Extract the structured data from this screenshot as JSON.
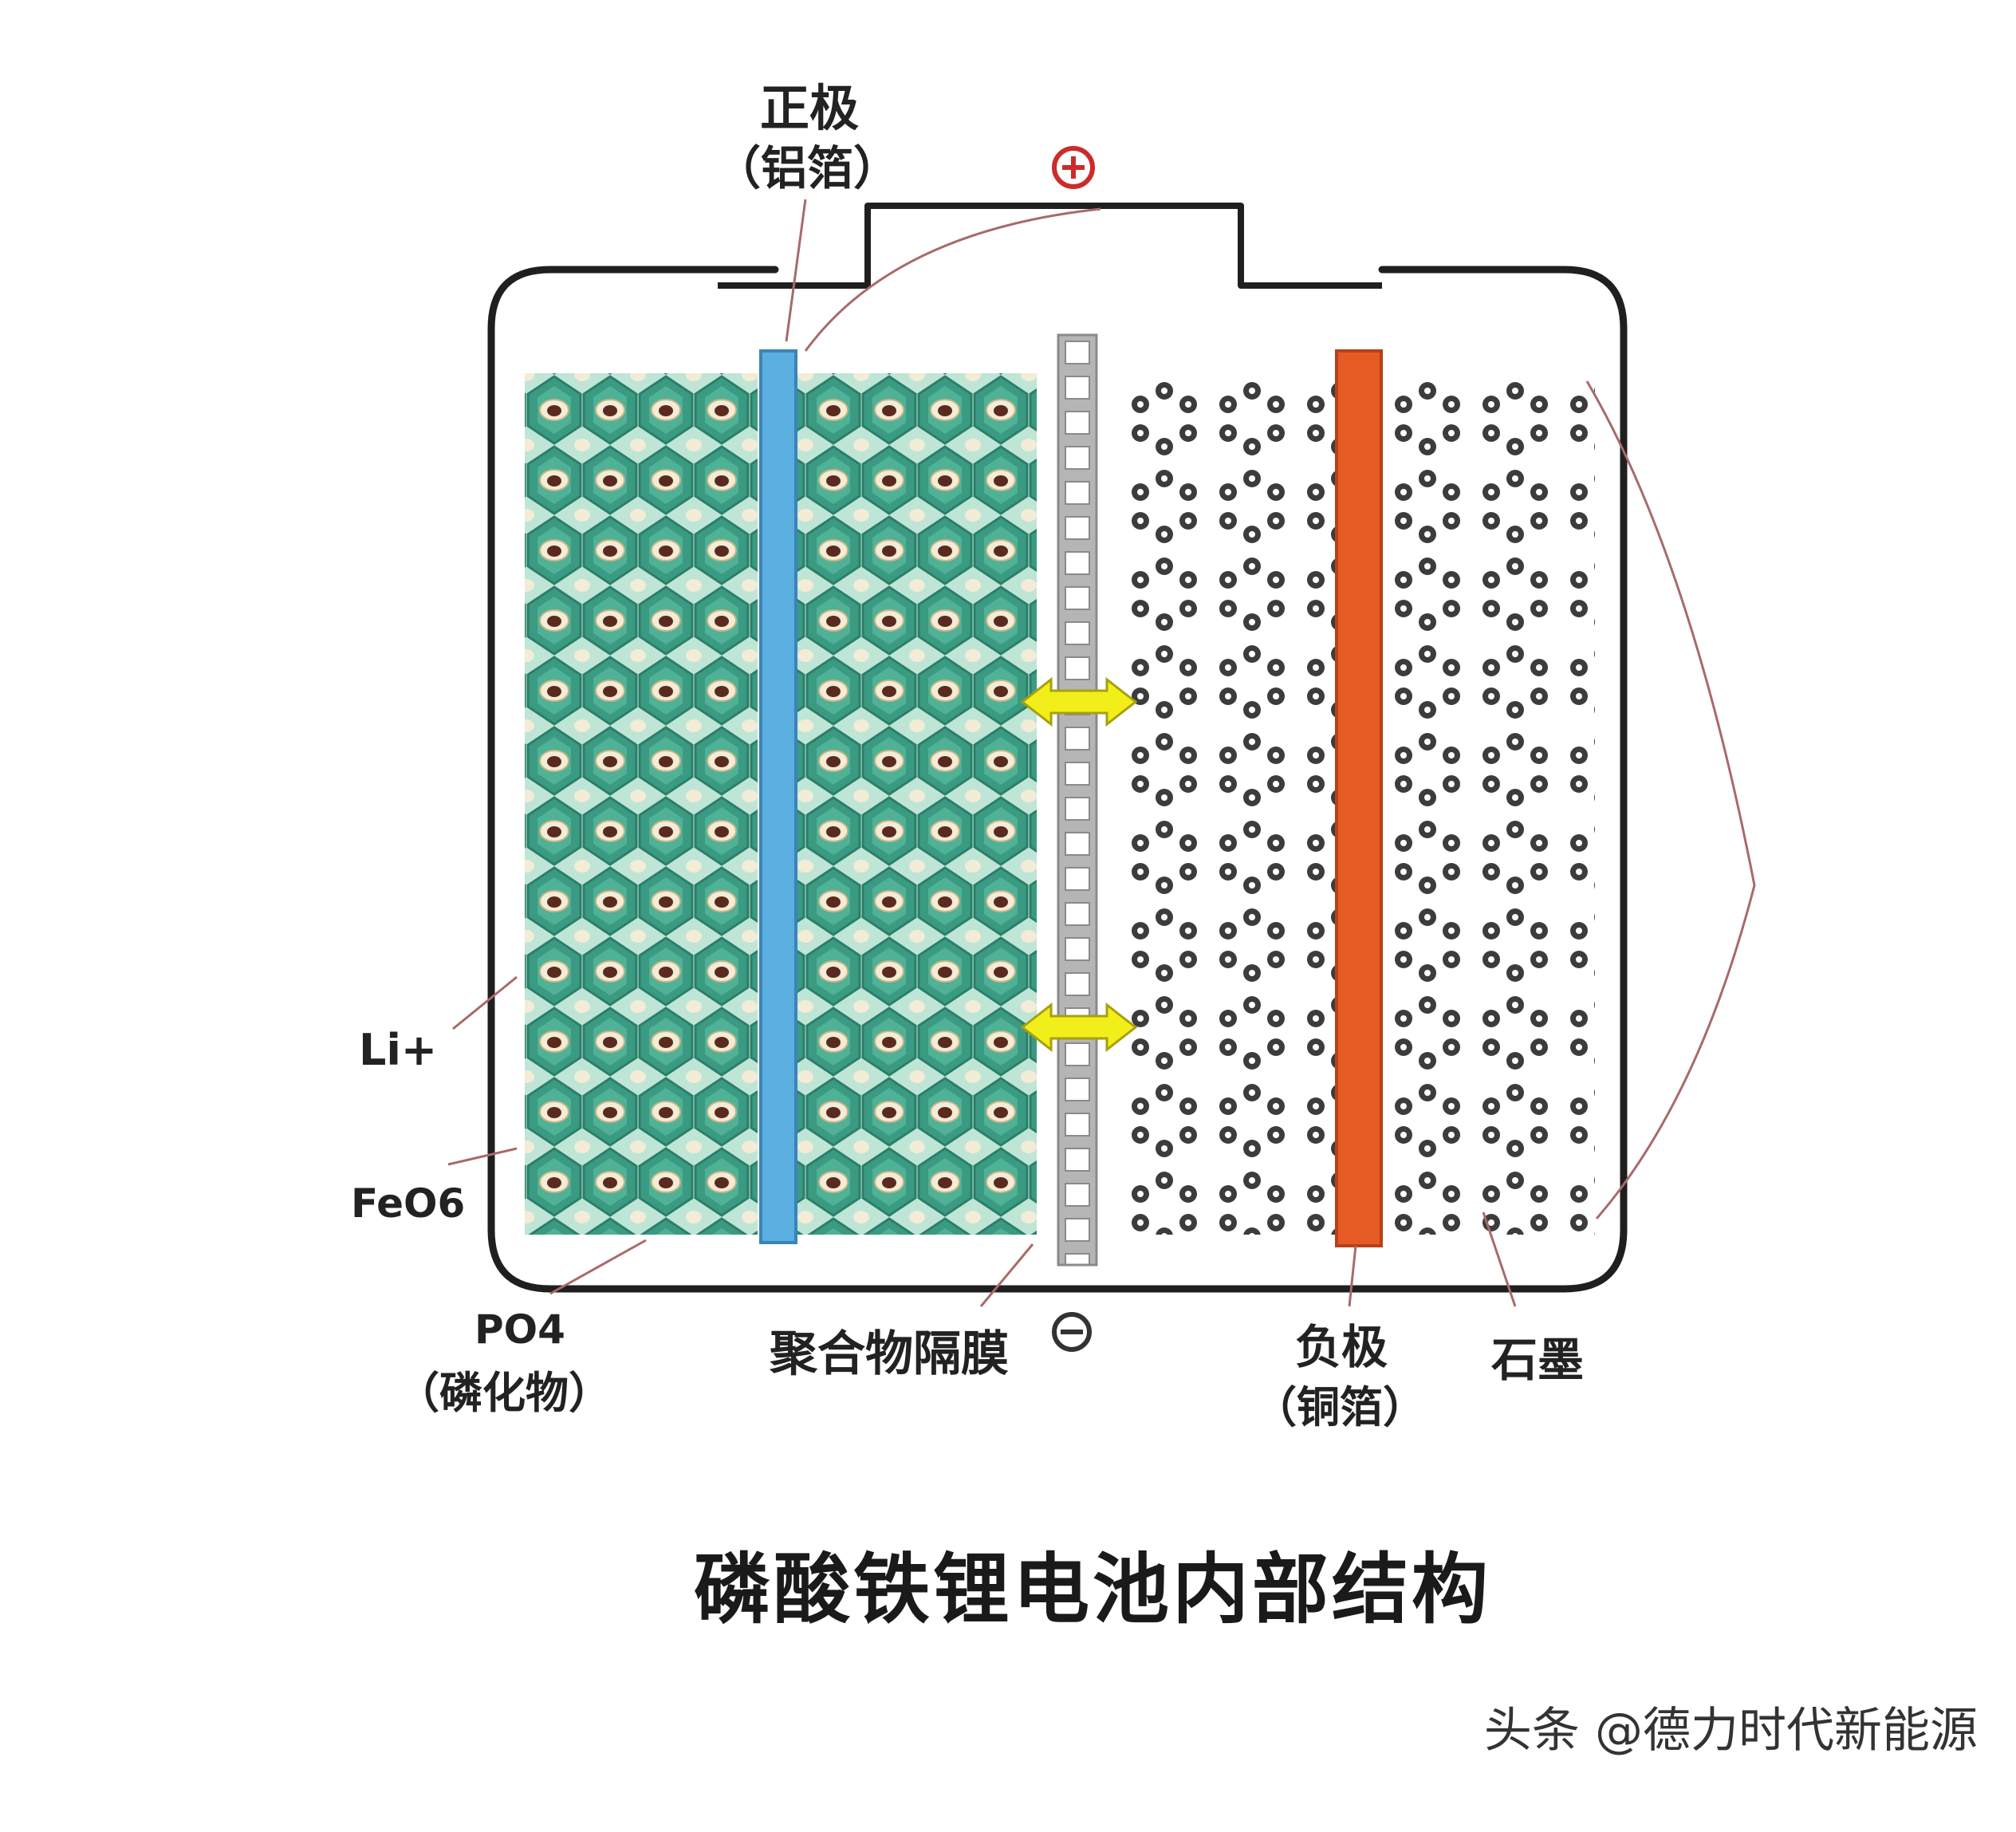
{
  "labels": {
    "positive_electrode": "正极",
    "positive_foil": "（铝箔）",
    "li_ion": "Li+",
    "feo6": "FeO6",
    "po4": "PO4",
    "po4_desc": "（磷化物）",
    "separator": "聚合物隔膜",
    "negative_electrode": "负极",
    "negative_foil": "（铜箔）",
    "graphite": "石墨"
  },
  "title": "磷酸铁锂电池内部结构",
  "watermark": "头条 @德力时代新能源",
  "colors": {
    "cathode_material": "#3a9a82",
    "lithium_ion": "#f3ecd6",
    "aluminum_foil": "#5aaee0",
    "copper_foil": "#e65a24",
    "separator": "#b5b5b5",
    "graphite": "#3c3c3c",
    "arrow": "#f2ee1a",
    "casing": "#1f1f1f",
    "positive_terminal": "#cc2b2b"
  },
  "icons": {
    "positive_terminal": "plus-circle-icon",
    "negative_terminal": "minus-circle-icon",
    "ion_flow": "double-arrow-icon"
  }
}
